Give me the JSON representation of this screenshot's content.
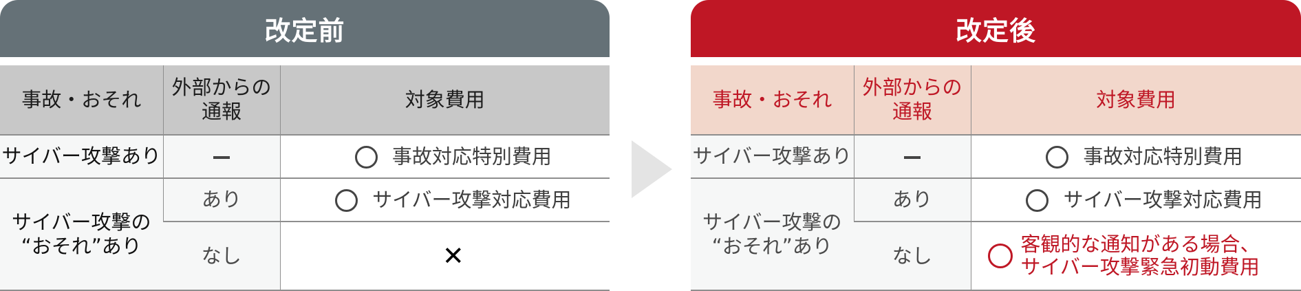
{
  "colors": {
    "before_title_bg": "#657177",
    "after_title_bg": "#bf1725",
    "before_header_bg": "#c8c8c8",
    "after_header_bg": "#f2d7cb",
    "accent_red": "#bf1725",
    "arrow": "#e4e4e4"
  },
  "before": {
    "title": "改定前",
    "headers": [
      "事故・おそれ",
      "外部からの通報",
      "対象費用"
    ],
    "headers_lines": {
      "col2_line1": "外部からの",
      "col2_line2": "通報"
    },
    "rows": [
      {
        "incident": "サイバー攻撃あり",
        "report": "ー",
        "report_icon": "dash-icon",
        "cost_icon": "circle-icon",
        "cost": "事故対応特別費用"
      },
      {
        "incident_line1": "サイバー攻撃の",
        "incident_line2": "“おそれ”あり",
        "report": "あり",
        "cost_icon": "circle-icon",
        "cost": "サイバー攻撃対応費用"
      },
      {
        "report": "なし",
        "cost_icon": "cross-icon",
        "cost_symbol": "✕"
      }
    ]
  },
  "arrow": {
    "icon": "right-triangle-arrow-icon"
  },
  "after": {
    "title": "改定後",
    "headers": [
      "事故・おそれ",
      "外部からの通報",
      "対象費用"
    ],
    "headers_lines": {
      "col2_line1": "外部からの",
      "col2_line2": "通報"
    },
    "rows": [
      {
        "incident": "サイバー攻撃あり",
        "report": "ー",
        "report_icon": "dash-icon",
        "cost_icon": "circle-icon",
        "cost": "事故対応特別費用"
      },
      {
        "incident_line1": "サイバー攻撃の",
        "incident_line2": "“おそれ”あり",
        "report": "あり",
        "cost_icon": "circle-icon",
        "cost": "サイバー攻撃対応費用"
      },
      {
        "report": "なし",
        "cost_icon": "red-circle-icon",
        "cost_line1": "客観的な通知がある場合、",
        "cost_line2": "サイバー攻撃緊急初動費用"
      }
    ]
  }
}
